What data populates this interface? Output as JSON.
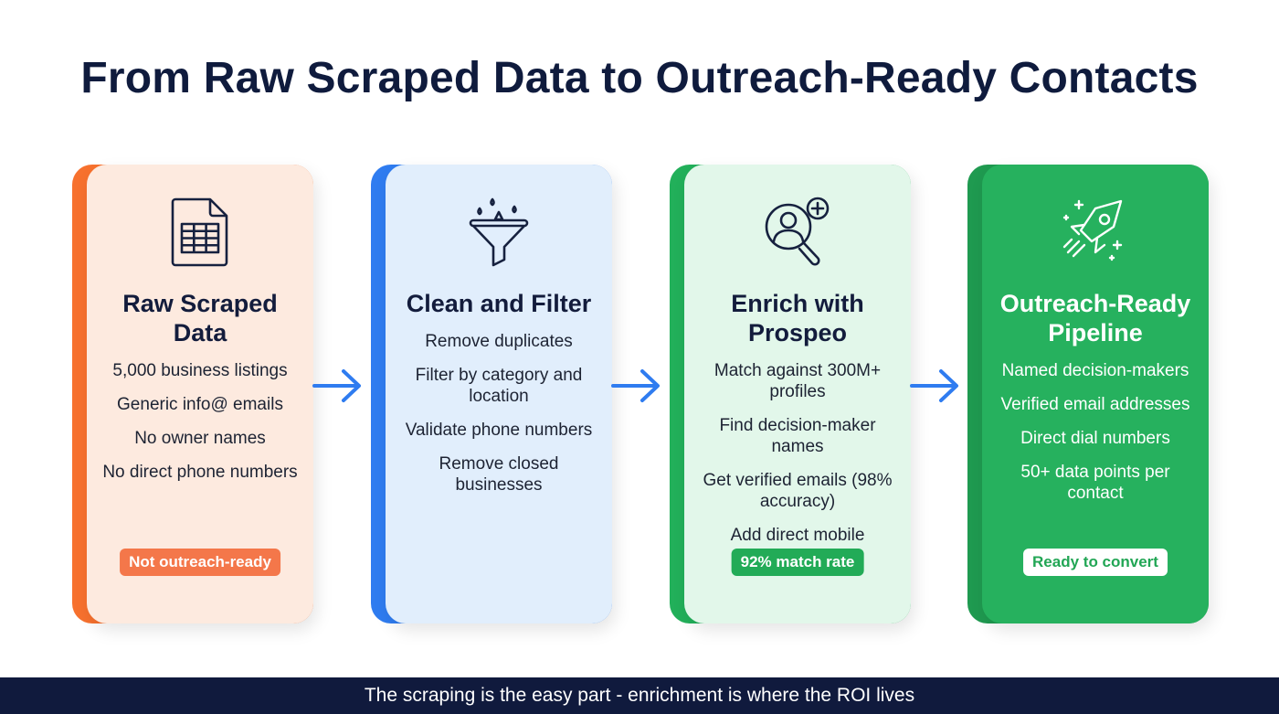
{
  "title": "From Raw Scraped Data to Outreach-Ready Contacts",
  "colors": {
    "title": "#0f1b3d",
    "orange": "#f7712e",
    "blue": "#2f7cf0",
    "green": "#22b05a",
    "arrow": "#2f7cf0",
    "footer_bg": "#101a3d"
  },
  "cards": [
    {
      "icon": "spreadsheet-file-icon",
      "title": "Raw Scraped Data",
      "items": [
        "5,000 business listings",
        "Generic info@ emails",
        "No owner names",
        "No direct phone numbers"
      ],
      "badge": "Not outreach-ready"
    },
    {
      "icon": "funnel-filter-icon",
      "title": "Clean and Filter",
      "items": [
        "Remove duplicates",
        "Filter by category and location",
        "Validate phone numbers",
        "Remove closed businesses"
      ]
    },
    {
      "icon": "user-search-add-icon",
      "title": "Enrich with Prospeo",
      "items": [
        "Match against 300M+ profiles",
        "Find decision-maker names",
        "Get verified emails (98% accuracy)",
        "Add direct mobile numbers"
      ],
      "badge": "92% match rate"
    },
    {
      "icon": "rocket-icon",
      "title": "Outreach-Ready Pipeline",
      "items": [
        "Named decision-makers",
        "Verified email addresses",
        "Direct dial numbers",
        "50+ data points per contact"
      ],
      "badge": "Ready to convert"
    }
  ],
  "footer": "The scraping is the easy part - enrichment is where the ROI lives"
}
